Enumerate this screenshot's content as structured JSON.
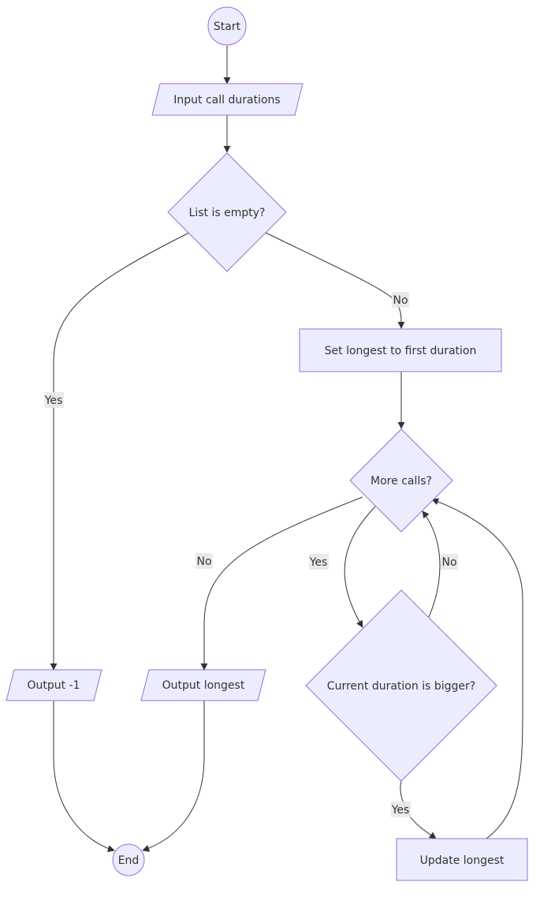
{
  "flowchart": {
    "nodes": {
      "start": "Start",
      "input": "Input call durations",
      "empty_check": "List is empty?",
      "set_longest": "Set longest to first duration",
      "more_calls": "More calls?",
      "output_neg": "Output -1",
      "output_longest": "Output longest",
      "bigger_check": "Current duration is bigger?",
      "update": "Update longest",
      "end": "End"
    },
    "edges": {
      "empty_yes": "Yes",
      "empty_no": "No",
      "more_no": "No",
      "more_yes": "Yes",
      "bigger_no": "No",
      "bigger_yes": "Yes"
    }
  }
}
